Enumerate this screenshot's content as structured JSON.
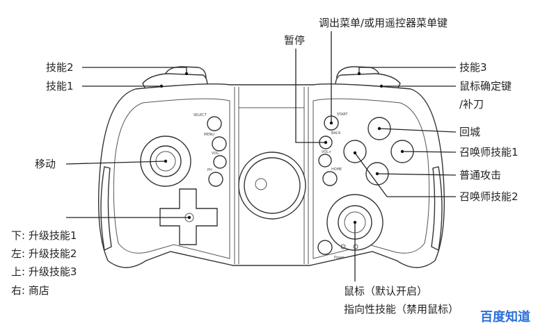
{
  "labels": {
    "menu_key": "调出菜单/或用遥控器菜单键",
    "pause": "暂停",
    "skill2": "技能2",
    "skill1": "技能1",
    "skill3": "技能3",
    "mouse_confirm": "鼠标确定键",
    "last_hit": "/补刀",
    "recall": "回城",
    "summoner1": "召唤师技能1",
    "basic_attack": "普通攻击",
    "summoner2": "召唤师技能2",
    "move": "移动",
    "dpad_down": "下: 升级技能1",
    "dpad_left": "左: 升级技能2",
    "dpad_up": "上: 升级技能3",
    "dpad_right": "右: 商店",
    "mouse_default": "鼠标（默认开启）",
    "directional_skill": "指向性技能（禁用鼠标）"
  },
  "buttons": {
    "select": "SELECT",
    "menu": "MENU",
    "vol_minus": "VOL-",
    "ph": "PH",
    "start": "START",
    "back": "BACK",
    "vol_plus": "VOL+",
    "home": "HOME",
    "power": "Power"
  },
  "watermark": "百度知道",
  "colors": {
    "watermark": "#2a6fd8",
    "line": "#222222"
  }
}
